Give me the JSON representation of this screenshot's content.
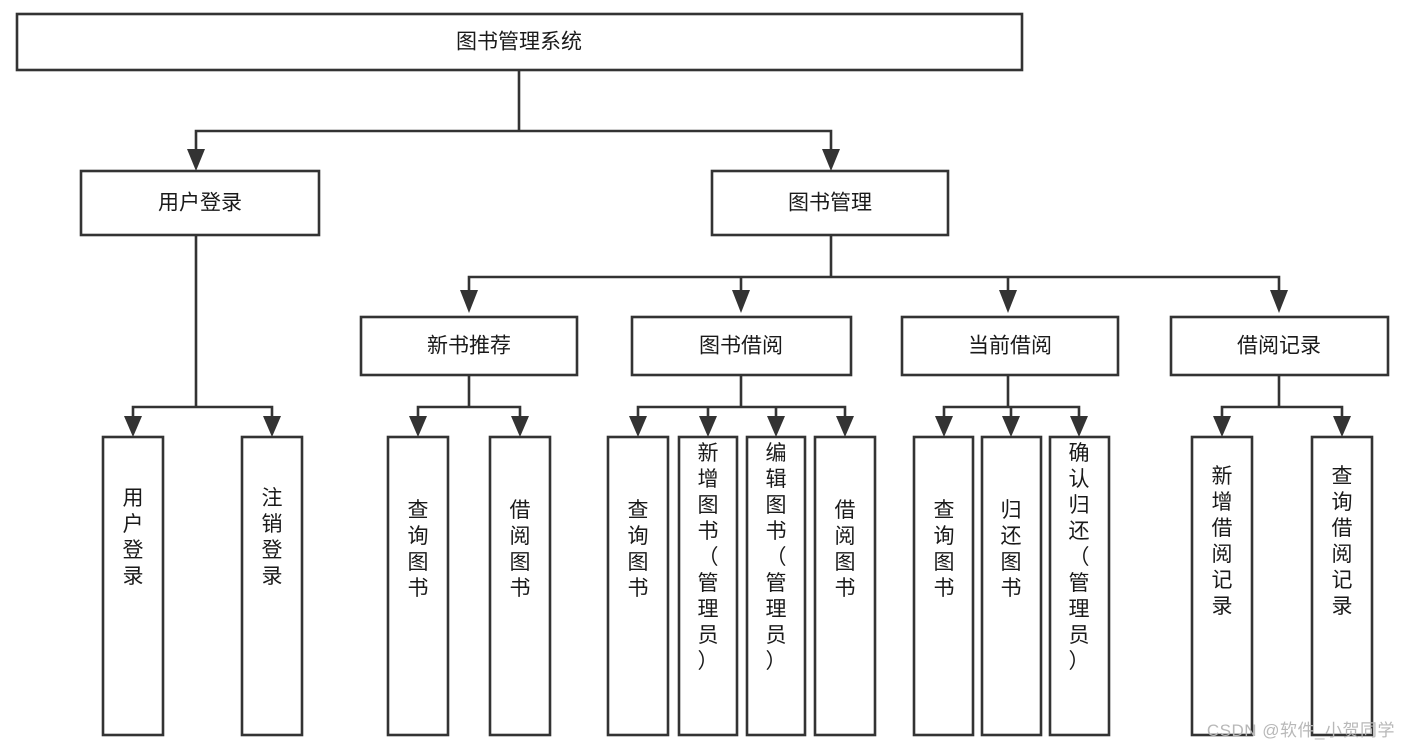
{
  "diagram": {
    "type": "tree-hierarchy-chart",
    "title": "图书管理系统",
    "orientation": "top-down",
    "colors": {
      "box_fill": "#ffffff",
      "box_stroke": "#333333",
      "text": "#1a1a1a",
      "background": "#ffffff",
      "watermark": "#b8b8b8"
    },
    "levels": [
      {
        "level": 1,
        "nodes": [
          {
            "id": "root",
            "label": "图书管理系统",
            "orientation": "horizontal"
          }
        ]
      },
      {
        "level": 2,
        "nodes": [
          {
            "id": "user-login",
            "label": "用户登录",
            "orientation": "horizontal",
            "parent": "root"
          },
          {
            "id": "book-manage",
            "label": "图书管理",
            "orientation": "horizontal",
            "parent": "root"
          }
        ]
      },
      {
        "level": 3,
        "nodes": [
          {
            "id": "new-book-rec",
            "label": "新书推荐",
            "orientation": "horizontal",
            "parent": "book-manage"
          },
          {
            "id": "book-borrow",
            "label": "图书借阅",
            "orientation": "horizontal",
            "parent": "book-manage"
          },
          {
            "id": "current-borrow",
            "label": "当前借阅",
            "orientation": "horizontal",
            "parent": "book-manage"
          },
          {
            "id": "borrow-record",
            "label": "借阅记录",
            "orientation": "horizontal",
            "parent": "book-manage"
          }
        ]
      },
      {
        "level": 4,
        "nodes": [
          {
            "id": "leaf-user-login",
            "label": "用户登录",
            "orientation": "vertical",
            "parent": "user-login"
          },
          {
            "id": "leaf-user-logout",
            "label": "注销登录",
            "orientation": "vertical",
            "parent": "user-login"
          },
          {
            "id": "leaf-query-book-1",
            "label": "查询图书",
            "orientation": "vertical",
            "parent": "new-book-rec"
          },
          {
            "id": "leaf-borrow-book-1",
            "label": "借阅图书",
            "orientation": "vertical",
            "parent": "new-book-rec"
          },
          {
            "id": "leaf-query-book-2",
            "label": "查询图书",
            "orientation": "vertical",
            "parent": "book-borrow"
          },
          {
            "id": "leaf-add-book",
            "label": "新增图书（管理员）",
            "orientation": "vertical",
            "parent": "book-borrow"
          },
          {
            "id": "leaf-edit-book",
            "label": "编辑图书（管理员）",
            "orientation": "vertical",
            "parent": "book-borrow"
          },
          {
            "id": "leaf-borrow-book-2",
            "label": "借阅图书",
            "orientation": "vertical",
            "parent": "book-borrow"
          },
          {
            "id": "leaf-query-book-3",
            "label": "查询图书",
            "orientation": "vertical",
            "parent": "current-borrow"
          },
          {
            "id": "leaf-return-book",
            "label": "归还图书",
            "orientation": "vertical",
            "parent": "current-borrow"
          },
          {
            "id": "leaf-confirm-return",
            "label": "确认归还（管理员）",
            "orientation": "vertical",
            "parent": "current-borrow"
          },
          {
            "id": "leaf-add-record",
            "label": "新增借阅记录",
            "orientation": "vertical",
            "parent": "borrow-record"
          },
          {
            "id": "leaf-query-record",
            "label": "查询借阅记录",
            "orientation": "vertical",
            "parent": "borrow-record"
          }
        ]
      }
    ]
  },
  "watermark": {
    "text": "CSDN @软件_小贺同学"
  }
}
